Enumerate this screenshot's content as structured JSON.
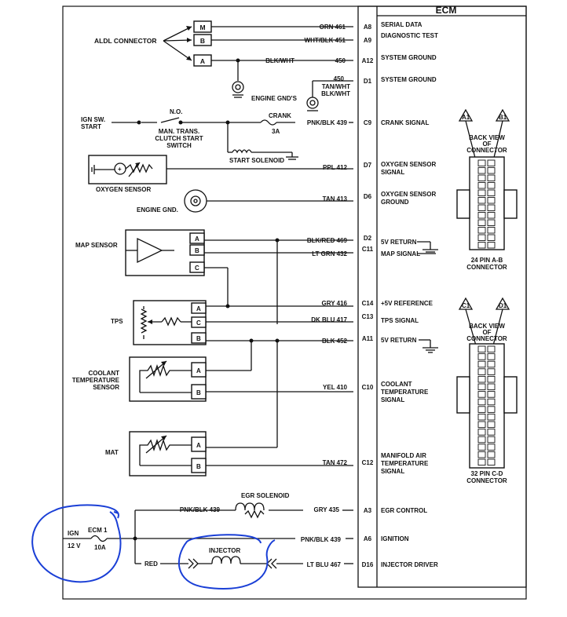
{
  "ecm": {
    "title": "ECM"
  },
  "aldl": {
    "label": "ALDL CONNECTOR",
    "pins": [
      "M",
      "B",
      "A"
    ],
    "engine_gnds": "ENGINE GND'S"
  },
  "wires": [
    {
      "wire": "ORN 461",
      "pin": "A8",
      "func": [
        "SERIAL DATA"
      ]
    },
    {
      "wire": "WHT/BLK 451",
      "pin": "A9",
      "func": [
        "DIAGNOSTIC TEST"
      ]
    },
    {
      "wire": "BLK/WHT",
      "num": "450",
      "pin": "A12",
      "func": [
        "SYSTEM GROUND"
      ]
    },
    {
      "wire": "450",
      "wire2": "TAN/WHT",
      "wire3": "BLK/WHT",
      "pin": "D1",
      "func": [
        "SYSTEM GROUND"
      ]
    },
    {
      "wire": "PNK/BLK 439",
      "pin": "C9",
      "func": [
        "CRANK SIGNAL"
      ]
    },
    {
      "wire": "PPL 412",
      "pin": "D7",
      "func": [
        "OXYGEN SENSOR",
        "SIGNAL"
      ]
    },
    {
      "wire": "TAN 413",
      "pin": "D6",
      "func": [
        "OXYGEN SENSOR",
        "GROUND"
      ]
    },
    {
      "wire": "BLK/RED 469",
      "pin": "D2",
      "func": [
        "5V RETURN"
      ]
    },
    {
      "wire": "LT GRN 432",
      "pin": "C11",
      "func": [
        "MAP SIGNAL"
      ]
    },
    {
      "wire": "GRY 416",
      "pin": "C14",
      "func": [
        "+5V REFERENCE"
      ]
    },
    {
      "wire": "DK BLU 417",
      "pin": "C13",
      "func": [
        "TPS SIGNAL"
      ]
    },
    {
      "wire": "BLK 452",
      "pin": "A11",
      "func": [
        "5V RETURN"
      ]
    },
    {
      "wire": "YEL 410",
      "pin": "C10",
      "func": [
        "COOLANT",
        "TEMPERATURE",
        "SIGNAL"
      ]
    },
    {
      "wire": "TAN 472",
      "pin": "C12",
      "func": [
        "MANIFOLD AIR",
        "TEMPERATURE",
        "SIGNAL"
      ]
    },
    {
      "wire": "GRY 435",
      "pin": "A3",
      "func": [
        "EGR CONTROL"
      ]
    },
    {
      "wire": "PNK/BLK 439",
      "pin": "A6",
      "func": [
        "IGNITION"
      ]
    },
    {
      "wire": "LT BLU 467",
      "pin": "D16",
      "func": [
        "INJECTOR DRIVER"
      ]
    }
  ],
  "crank": {
    "ign_sw": "IGN SW.",
    "start": "START",
    "no": "N.O.",
    "clutch": [
      "MAN. TRANS.",
      "CLUTCH START",
      "SWITCH"
    ],
    "crank": "CRANK",
    "fuse": "3A",
    "solenoid": "START SOLENOID"
  },
  "sensors": {
    "oxygen": "OXYGEN SENSOR",
    "engine_gnd": "ENGINE GND.",
    "map": "MAP SENSOR",
    "tps": "TPS",
    "coolant": [
      "COOLANT",
      "TEMPERATURE",
      "SENSOR"
    ],
    "mat": "MAT",
    "pin_a": "A",
    "pin_b": "B",
    "pin_c": "C"
  },
  "bottom": {
    "egr_solenoid": "EGR SOLENOID",
    "pnk_blk": "PNK/BLK 439",
    "ign": "IGN",
    "volts": "12 V",
    "ecm1": "ECM 1",
    "fuse": "10A",
    "red": "RED",
    "injector": "INJECTOR"
  },
  "connectors": {
    "top": {
      "pins": [
        "A1",
        "B1"
      ],
      "view": [
        "BACK VIEW",
        "OF",
        "CONNECTOR"
      ],
      "name": [
        "24 PIN A-B",
        "CONNECTOR"
      ]
    },
    "bottom": {
      "pins": [
        "C1",
        "D1"
      ],
      "view": [
        "BACK VIEW",
        "OF",
        "CONNECTOR"
      ],
      "name": [
        "32 PIN C-D",
        "CONNECTOR"
      ]
    }
  }
}
